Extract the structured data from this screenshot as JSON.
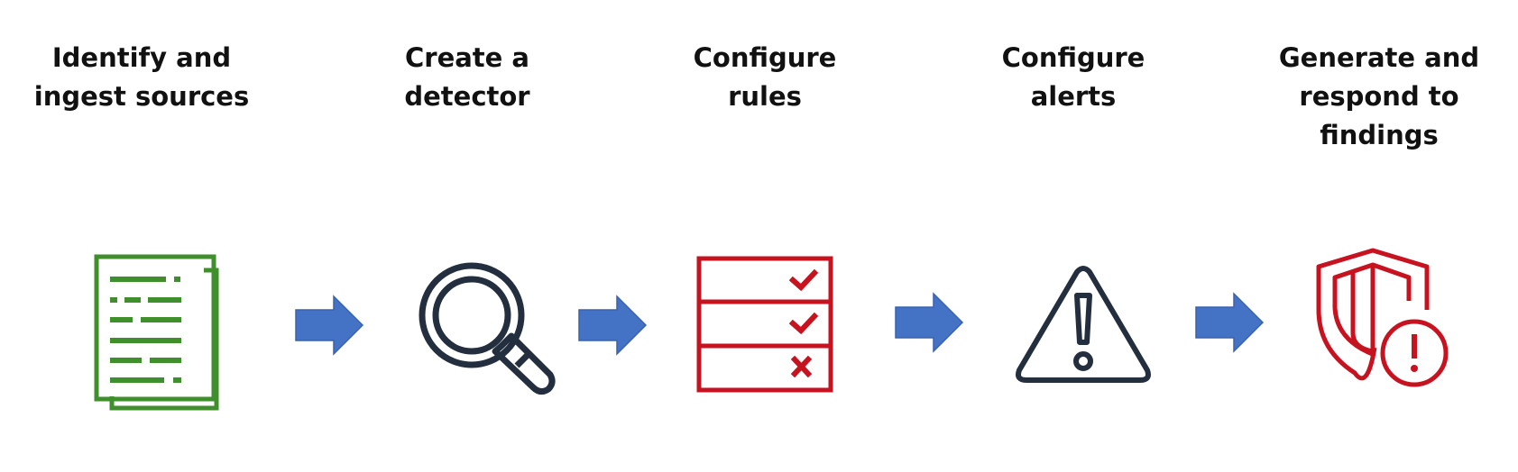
{
  "steps": [
    {
      "label": "Identify and\ningest sources",
      "icon": "document-list-icon"
    },
    {
      "label": "Create a\ndetector",
      "icon": "magnifying-glass-icon"
    },
    {
      "label": "Configure\nrules",
      "icon": "rules-checklist-icon"
    },
    {
      "label": "Configure\nalerts",
      "icon": "warning-triangle-icon"
    },
    {
      "label": "Generate and\nrespond to\nfindings",
      "icon": "shield-alert-icon"
    }
  ],
  "colors": {
    "green": "#3f8f2c",
    "navy": "#232f3e",
    "red": "#c7131f",
    "arrow": "#4472c4"
  }
}
